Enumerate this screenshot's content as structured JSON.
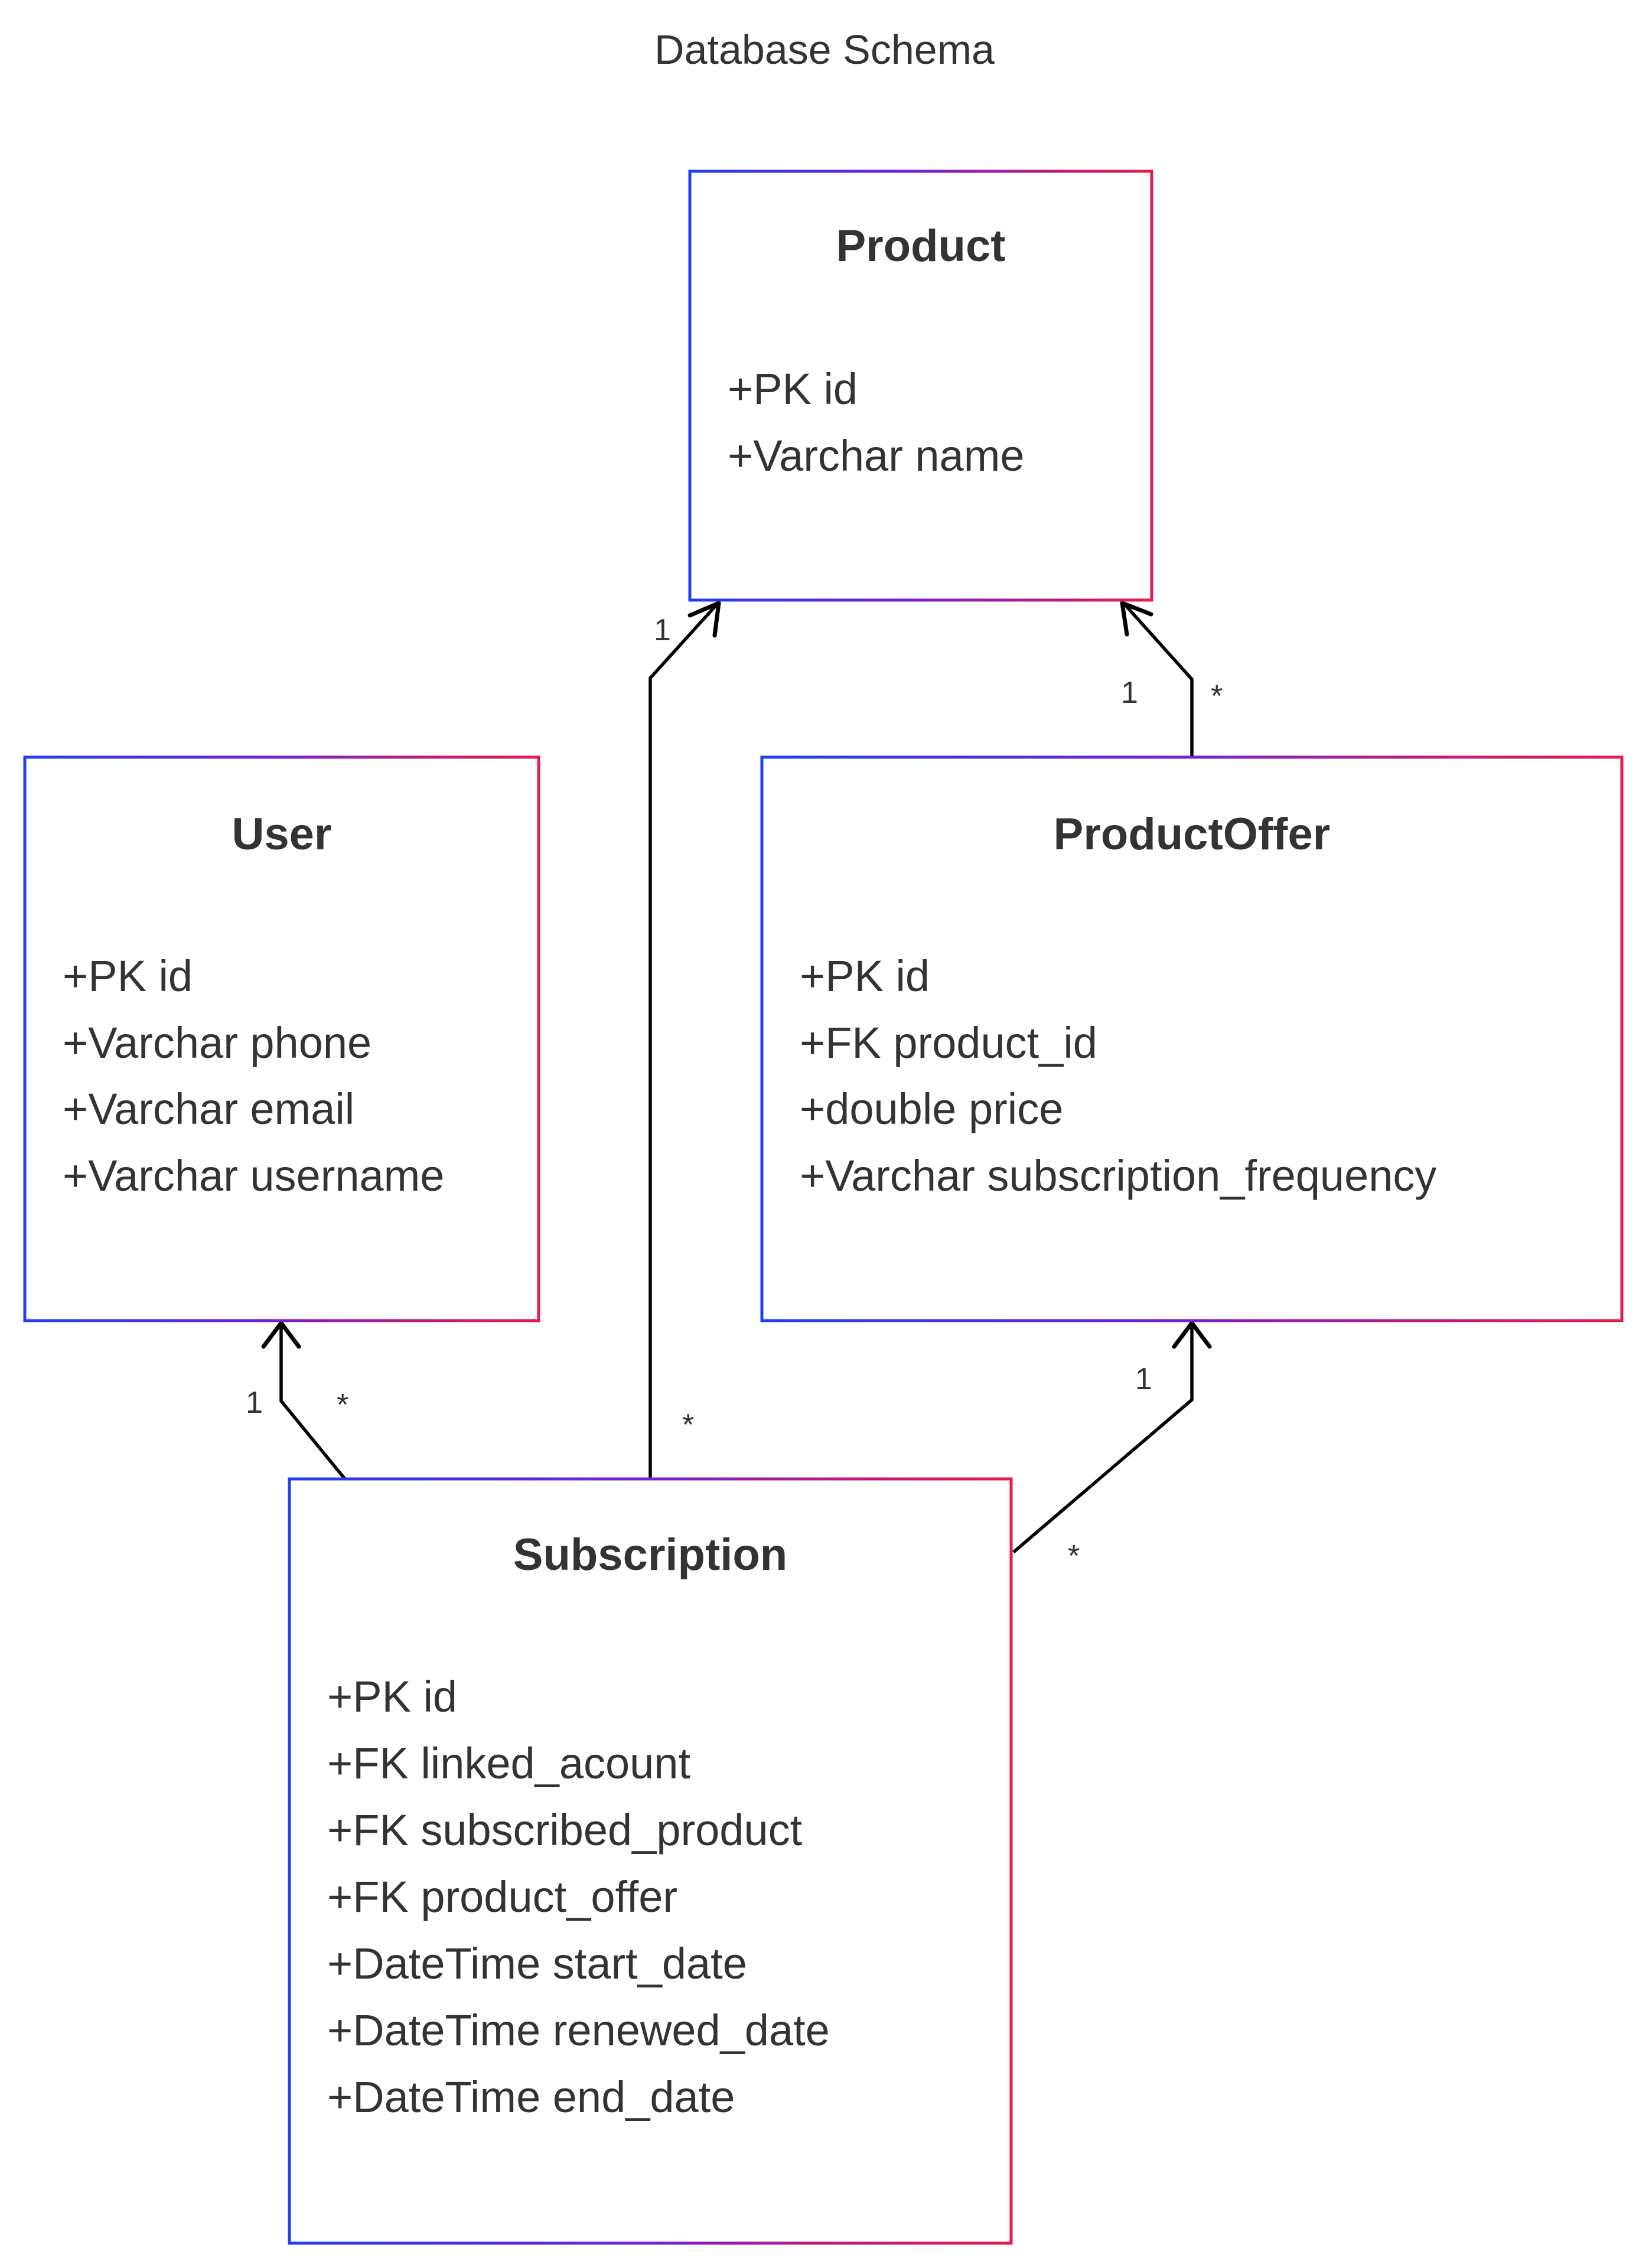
{
  "title": "Database Schema",
  "colors": {
    "gradient_start": "#1f3ff0",
    "gradient_mid": "#7b1fc8",
    "gradient_end": "#e8194b",
    "text": "#333333",
    "line": "#000000"
  },
  "classes": [
    {
      "id": "product",
      "name": "Product",
      "attributes": [
        "+PK id",
        "+Varchar name"
      ]
    },
    {
      "id": "user",
      "name": "User",
      "attributes": [
        "+PK id",
        "+Varchar phone",
        "+Varchar email",
        "+Varchar username"
      ]
    },
    {
      "id": "productoffer",
      "name": "ProductOffer",
      "attributes": [
        "+PK id",
        "+FK product_id",
        "+double price",
        "+Varchar subscription_frequency"
      ]
    },
    {
      "id": "subscription",
      "name": "Subscription",
      "attributes": [
        "+PK id",
        "+FK linked_acount",
        "+FK subscribed_product",
        "+FK product_offer",
        "+DateTime start_date",
        "+DateTime renewed_date",
        "+DateTime end_date"
      ]
    }
  ],
  "relations": [
    {
      "id": "sub-product",
      "from": "subscription",
      "to": "product",
      "source_mult": "*",
      "target_mult": "1"
    },
    {
      "id": "offer-product",
      "from": "productoffer",
      "to": "product",
      "source_mult": "*",
      "target_mult": "1"
    },
    {
      "id": "sub-user",
      "from": "subscription",
      "to": "user",
      "source_mult": "*",
      "target_mult": "1"
    },
    {
      "id": "sub-offer",
      "from": "subscription",
      "to": "productoffer",
      "source_mult": "*",
      "target_mult": "1"
    }
  ]
}
